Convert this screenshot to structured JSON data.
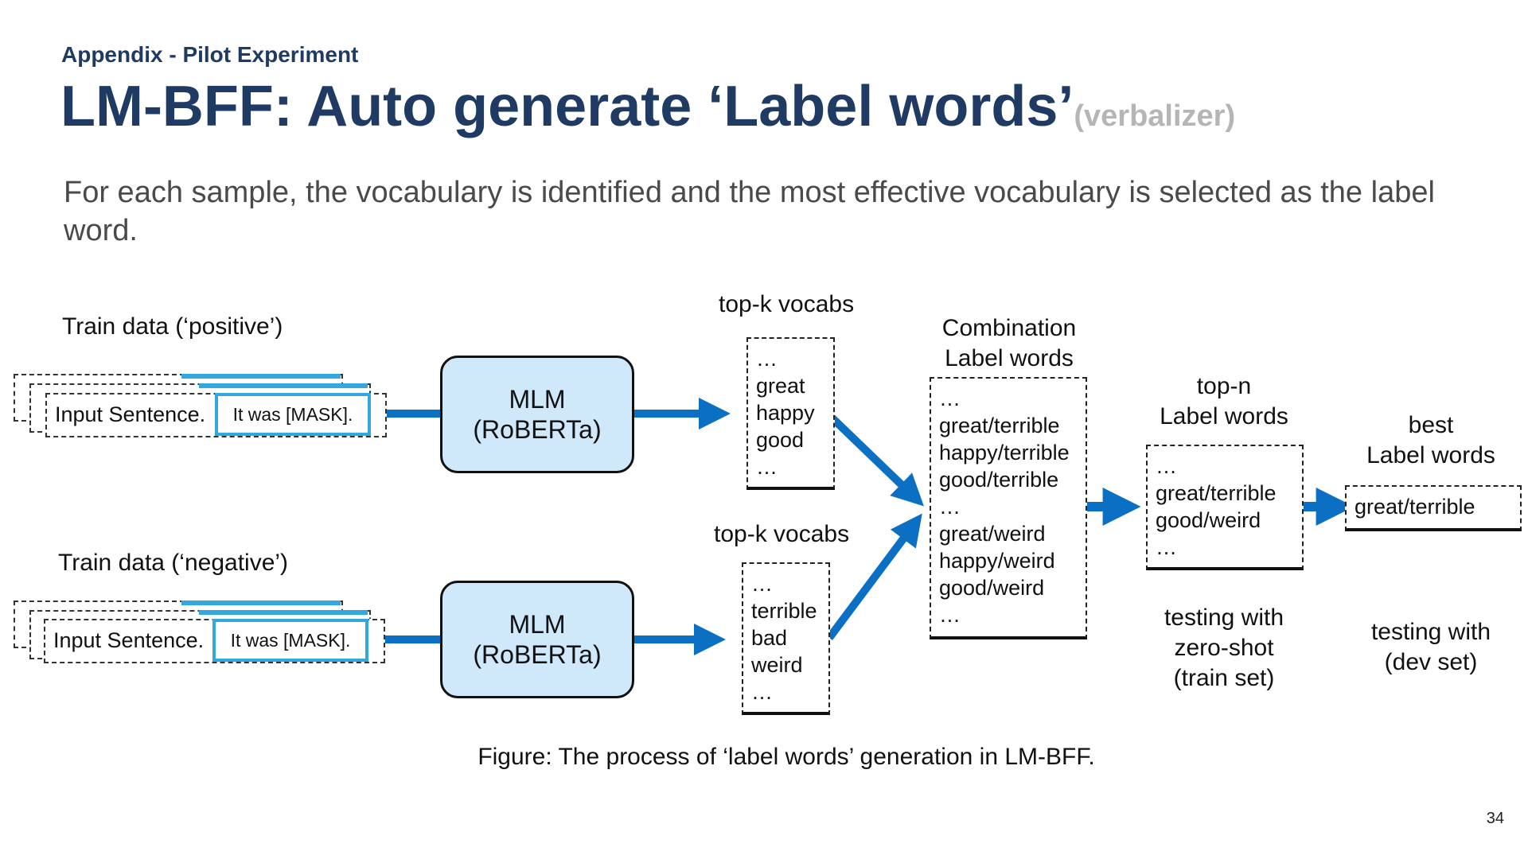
{
  "header": {
    "eyebrow": "Appendix - Pilot Experiment",
    "title": "LM-BFF: Auto generate ‘Label words’",
    "title_suffix": "(verbalizer)"
  },
  "description": "For each sample, the vocabulary is identified and the most effective vocabulary is selected as the label word.",
  "diagram": {
    "positive": {
      "label": "Train data (‘positive’)",
      "input_text": "Input Sentence.",
      "mask_text": "It was [MASK].",
      "model": [
        "MLM",
        "(RoBERTa)"
      ],
      "vocabs_title": "top-k vocabs",
      "vocabs": [
        "…",
        "great",
        "happy",
        "good",
        "…"
      ]
    },
    "negative": {
      "label": "Train data (‘negative’)",
      "input_text": "Input Sentence.",
      "mask_text": "It was [MASK].",
      "model": [
        "MLM",
        "(RoBERTa)"
      ],
      "vocabs_title": "top-k vocabs",
      "vocabs": [
        "…",
        "terrible",
        "bad",
        "weird",
        "…"
      ]
    },
    "combination": {
      "title_line1": "Combination",
      "title_line2": "Label words",
      "items": [
        "…",
        "great/terrible",
        "happy/terrible",
        "good/terrible",
        "…",
        "great/weird",
        "happy/weird",
        "good/weird",
        "…"
      ]
    },
    "topn": {
      "title_line1": "top-n",
      "title_line2": "Label words",
      "items": [
        "…",
        "great/terrible",
        "good/weird",
        "…"
      ],
      "note": [
        "testing with",
        "zero-shot",
        "(train set)"
      ]
    },
    "best": {
      "title_line1": "best",
      "title_line2": "Label words",
      "items": [
        "great/terrible"
      ],
      "note": [
        "testing with",
        "(dev set)"
      ]
    },
    "colors": {
      "arrow": "#0b6fc4",
      "model_fill": "#cfe9fb",
      "mask_border": "#33a7e0",
      "title": "#1f3b63"
    }
  },
  "caption": "Figure: The process of ‘label words’ generation in LM-BFF.",
  "page_number": "34"
}
